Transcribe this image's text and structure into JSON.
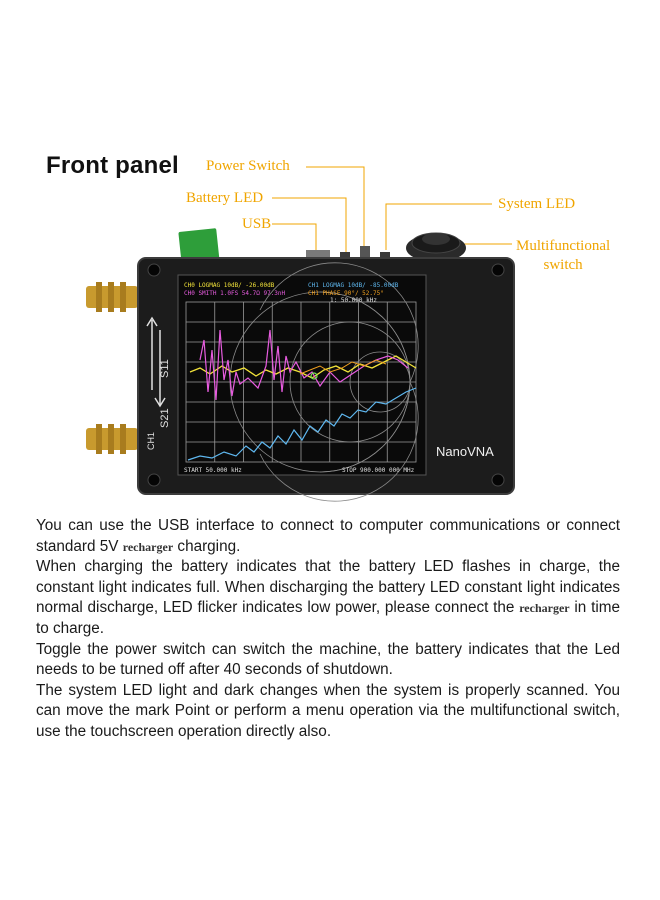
{
  "title": "Front panel",
  "callouts": {
    "power_switch": "Power Switch",
    "battery_led": "Battery LED",
    "usb": "USB",
    "system_led": "System LED",
    "multifunctional_line1": "Multifunctional",
    "multifunctional_line2": "switch"
  },
  "device": {
    "brand": "NanoVNA",
    "port_s11": "S11",
    "port_s21": "S21",
    "ch1": "CH1",
    "screen": {
      "header_line1_left": "CH0 LOGMAG 10dB/ -26.00dB",
      "header_line1_right": "CH1 LOGMAG 10dB/ -85.00dB",
      "header_line2_left": "CH0 SMITH 1.0FS 54.7Ω 97.3nH",
      "header_line2_right": "CH1 PHASE 90°/ 52.75°",
      "marker_readout": "1: 50.000 kHz",
      "footer_start": "START 50.000 kHz",
      "footer_stop": "STOP 900.000 000 MHz"
    },
    "colors": {
      "body": "#1c1c1c",
      "screen_bg": "#0a0a0a",
      "grid": "#9a9a9a",
      "trace_yellow": "#f2e33a",
      "trace_blue": "#5fb8f0",
      "trace_magenta": "#e85ce0",
      "trace_orange": "#f0a020",
      "connector_gold": "#c89a2e",
      "battery_green": "#2e9e3a"
    }
  },
  "description": {
    "p1_a": "You can use the USB interface to connect to computer communications or connect standard 5V ",
    "p1_b": "recharger",
    "p1_c": " charging.",
    "p2_a": "When charging the battery indicates that the battery LED flashes in charge, the constant light indicates full. When discharging the battery LED constant light indicates normal discharge, LED flicker indicates low power, please connect the ",
    "p2_b": "recharger",
    "p2_c": " in time to charge.",
    "p3": "Toggle the power switch can switch the machine, the battery indicates that the Led needs to be turned off after 40 seconds of shutdown.",
    "p4": "The system LED light and dark changes when the system is properly scanned. You can move the mark Point or perform a menu operation via the multifunctional switch, use the touchscreen operation directly also."
  }
}
